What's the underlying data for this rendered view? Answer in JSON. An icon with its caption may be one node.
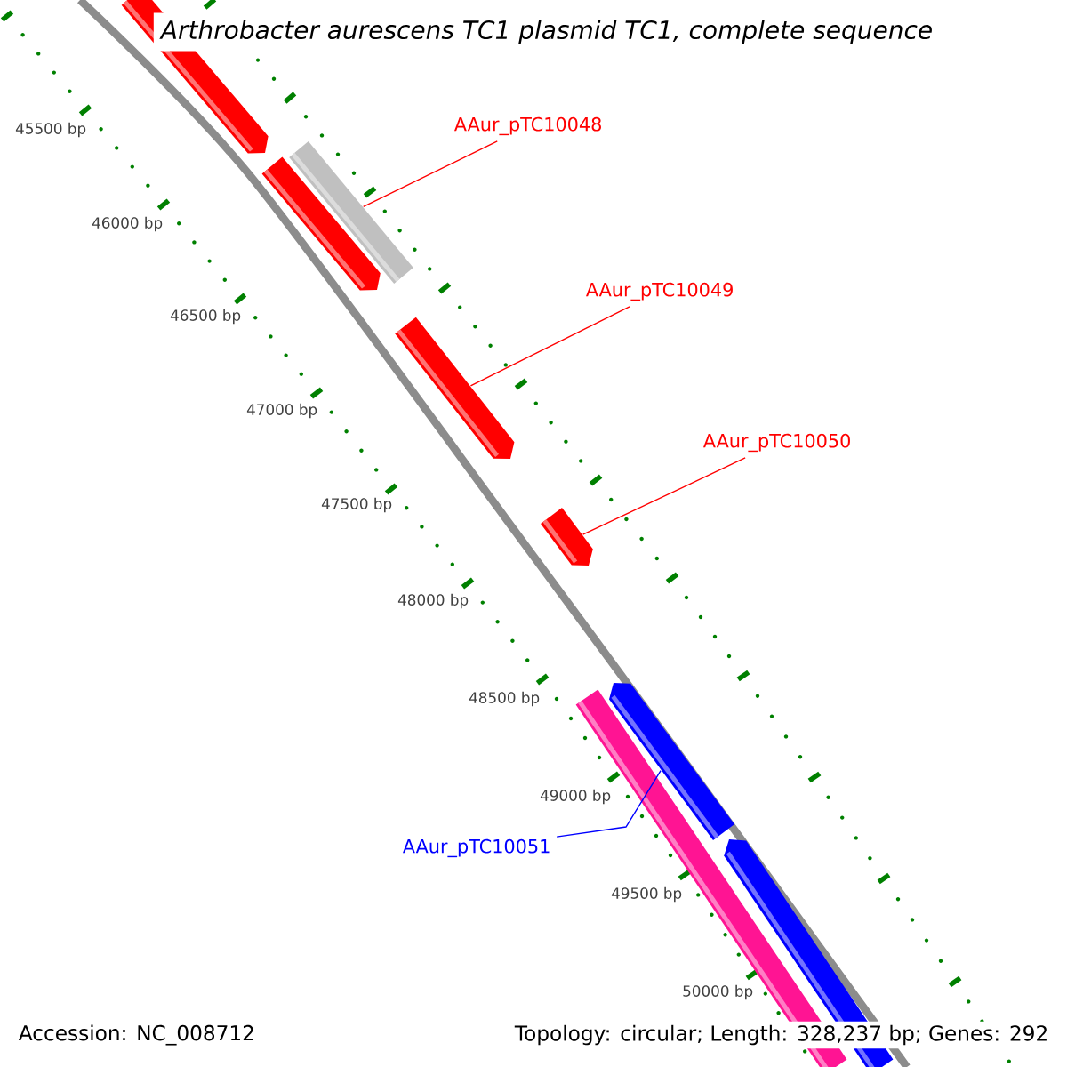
{
  "diagram": {
    "title": "Arthrobacter aurescens TC1 plasmid TC1, complete sequence",
    "nodes": [
      {
        "text": [],
        "shape": "bar"
      },
      {
        "text": [],
        "shape": "bar"
      },
      {
        "text": [],
        "shape": "bar"
      },
      {
        "text": [],
        "shape": "bar"
      },
      {
        "text": [],
        "shape": "bar"
      },
      {
        "text": [],
        "shape": "bar"
      },
      {
        "text": [],
        "shape": "bar"
      },
      {
        "text": [],
        "shape": "bar"
      },
      {
        "text": [
          "AAur_pTC10048"
        ]
      },
      {
        "text": [
          "AAur_pTC10049"
        ]
      },
      {
        "text": [
          "AAur_pTC10050"
        ]
      },
      {
        "text": [
          "AAur_pTC10051"
        ]
      }
    ],
    "edges": [
      {
        "from": 8,
        "to": 2,
        "arrow": "none"
      },
      {
        "from": 9,
        "to": 3,
        "arrow": "none"
      },
      {
        "from": 10,
        "to": 4,
        "arrow": "none"
      },
      {
        "from": 11,
        "to": 5,
        "arrow": "none",
        "color": "#0000ff"
      }
    ],
    "labels": [
      "45500 bp",
      "46000 bp",
      "46500 bp",
      "47000 bp",
      "47500 bp",
      "48000 bp",
      "48500 bp",
      "49000 bp",
      "49500 bp",
      "50000 bp",
      "Accession: NC_008712",
      "Topology: circular; Length: 328,237 bp; Genes: 292"
    ]
  }
}
